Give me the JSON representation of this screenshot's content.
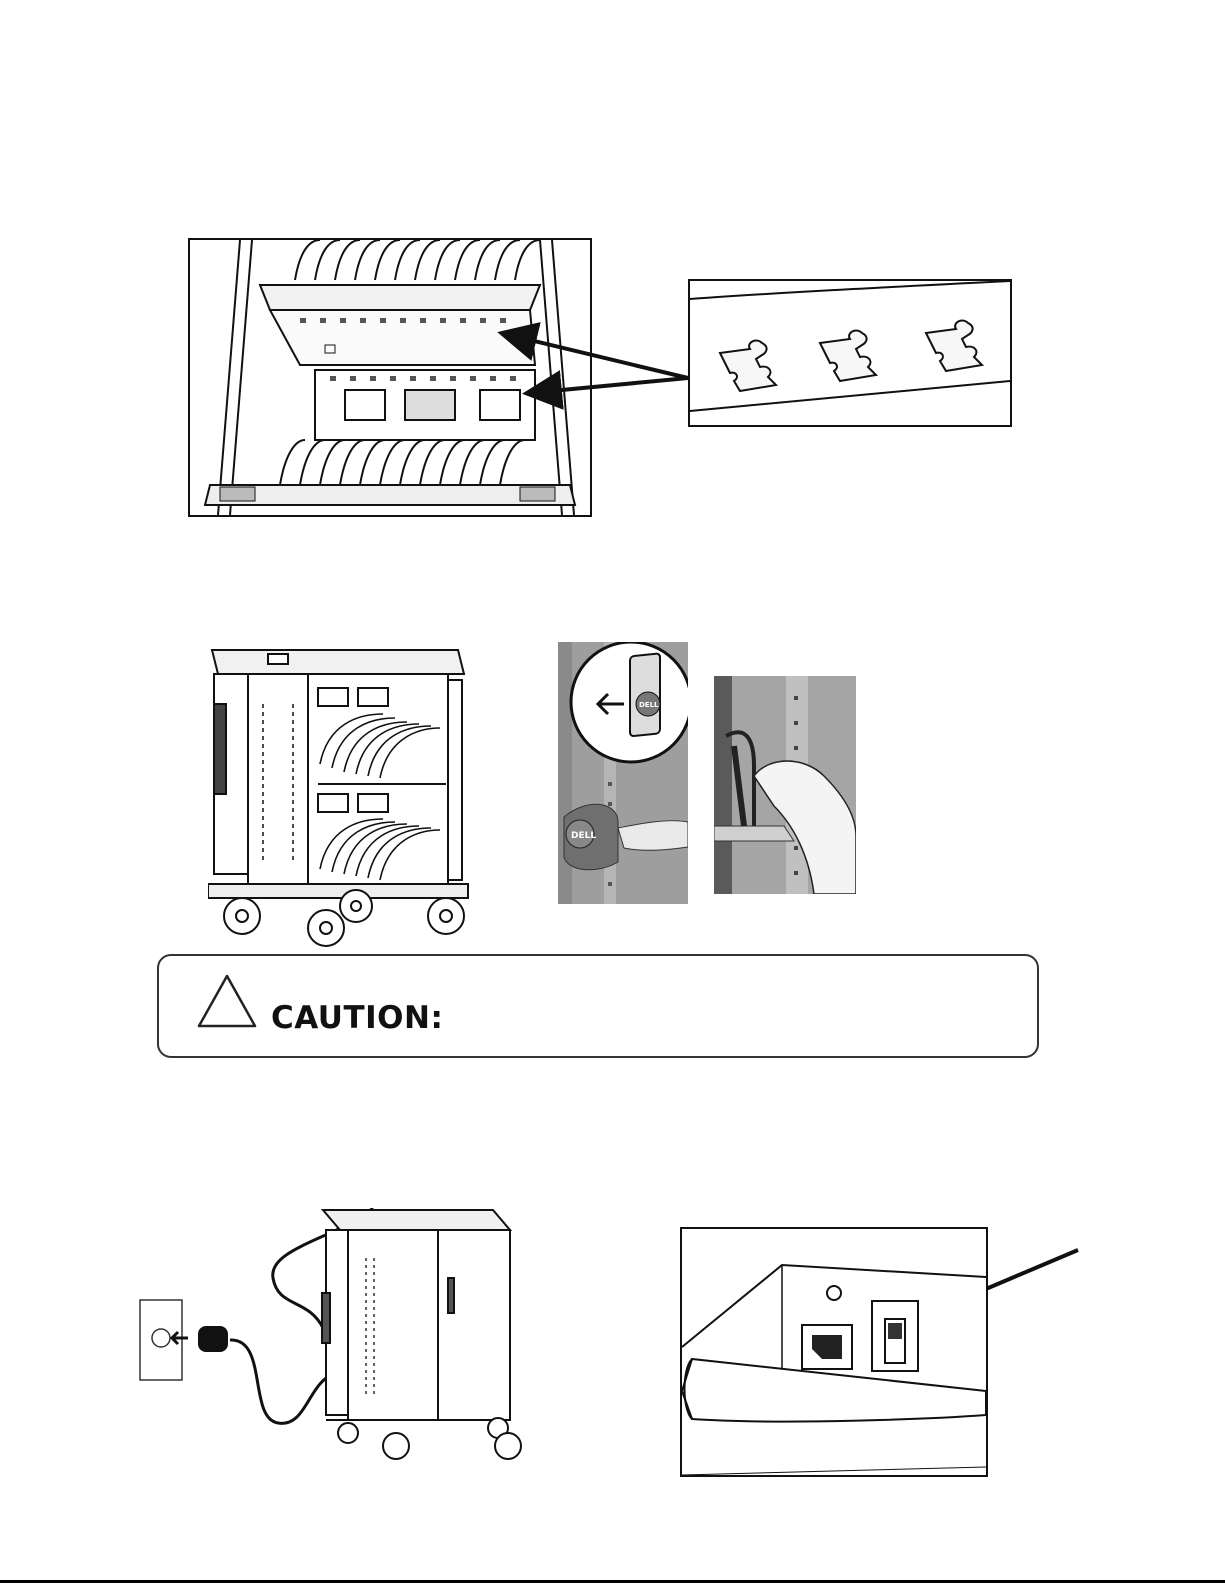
{
  "caution": {
    "label": "CAUTION:",
    "icon": "warning-triangle-icon"
  },
  "figures": {
    "shelf_hooks": {
      "icon": "shelf-hook-detail"
    },
    "cart_open": {
      "icon": "charging-cart"
    },
    "logo_plate": {
      "logo_text": "DELL",
      "icon": "logo-plate-removal"
    },
    "cable_routing": {
      "icon": "hand-routing-cable"
    },
    "power_plug": {
      "icon": "wall-outlet-plug"
    },
    "power_switch": {
      "icon": "power-switch-detail"
    }
  }
}
